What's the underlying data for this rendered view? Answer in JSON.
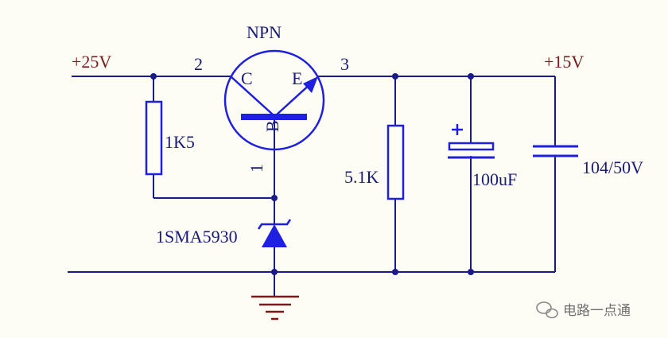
{
  "colors": {
    "wire": "#1a1a8c",
    "component": "#1f1fe0",
    "body_fill": "#3a3ae8",
    "label_navy": "#1a1a7a",
    "label_maroon": "#7a1a1a",
    "ground": "#7a1a1a",
    "background": "#fdfdf6"
  },
  "labels": {
    "transistor_type": "NPN",
    "vin": "+25V",
    "vout": "+15V",
    "pin_collector": "2",
    "pin_emitter": "3",
    "pin_base": "1",
    "letter_c": "C",
    "letter_e": "E",
    "letter_b": "B",
    "r1": "1K5",
    "r2": "5.1K",
    "zener": "1SMA5930",
    "c1": "100uF",
    "c2": "104/50V"
  },
  "watermark": {
    "icon": "wechat-icon",
    "text": "电路一点通"
  }
}
